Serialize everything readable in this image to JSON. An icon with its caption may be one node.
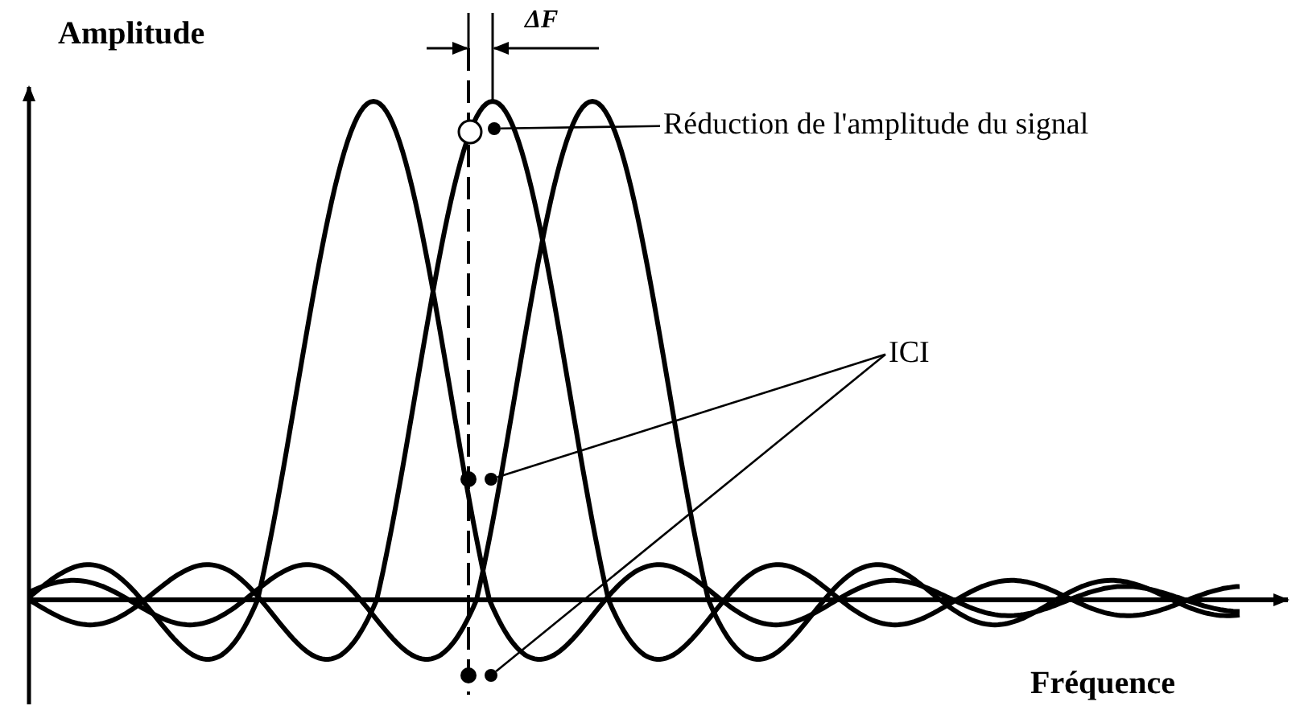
{
  "diagram": {
    "nodes": [
      {
        "text": [
          "Réduction de l'amplitude du signal"
        ]
      },
      {
        "text": [],
        "shape": "circle"
      },
      {
        "text": [
          "ICI"
        ]
      },
      {
        "text": [],
        "shape": "circle"
      },
      {
        "text": [],
        "shape": "circle"
      }
    ],
    "edges": [
      {
        "from": 0,
        "to": 1,
        "arrow": "none"
      },
      {
        "from": 2,
        "to": 3,
        "arrow": "none"
      },
      {
        "from": 2,
        "to": 4,
        "arrow": "none"
      }
    ],
    "labels": [
      "ΔF",
      "Amplitude",
      "Fréquence"
    ]
  }
}
